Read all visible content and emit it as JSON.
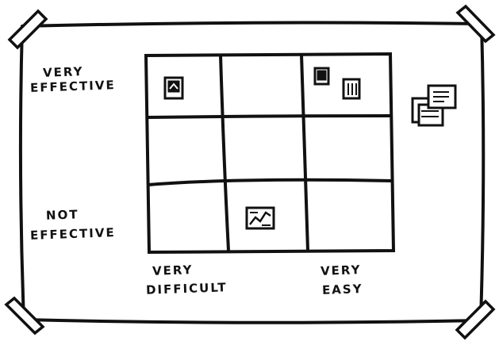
{
  "poster": {
    "background": "#ffffff",
    "ink_color": "#111111",
    "tape_color": "#ffffff"
  },
  "labels": {
    "y_top_line1": "VERY",
    "y_top_line2": "EFFECTIVE",
    "y_bottom_line1": "NOT",
    "y_bottom_line2": "EFFECTIVE",
    "x_left_line1": "VERY",
    "x_left_line2": "DIFFICULT",
    "x_right_line1": "VERY",
    "x_right_line2": "EASY"
  },
  "grid": {
    "rows": 3,
    "cols": 3
  },
  "sticky_notes": [
    {
      "row": 0,
      "col": 0,
      "icon": "picture-note-icon"
    },
    {
      "row": 0,
      "col": 2,
      "icon": "picture-note-icon"
    },
    {
      "row": 0,
      "col": 2,
      "icon": "document-note-icon"
    },
    {
      "row": 2,
      "col": 1,
      "icon": "chart-note-icon"
    }
  ],
  "unplaced_stack": {
    "icon": "note-stack-icon",
    "count": 3
  },
  "tape": [
    "top-left",
    "top-right",
    "bottom-left",
    "bottom-right"
  ]
}
